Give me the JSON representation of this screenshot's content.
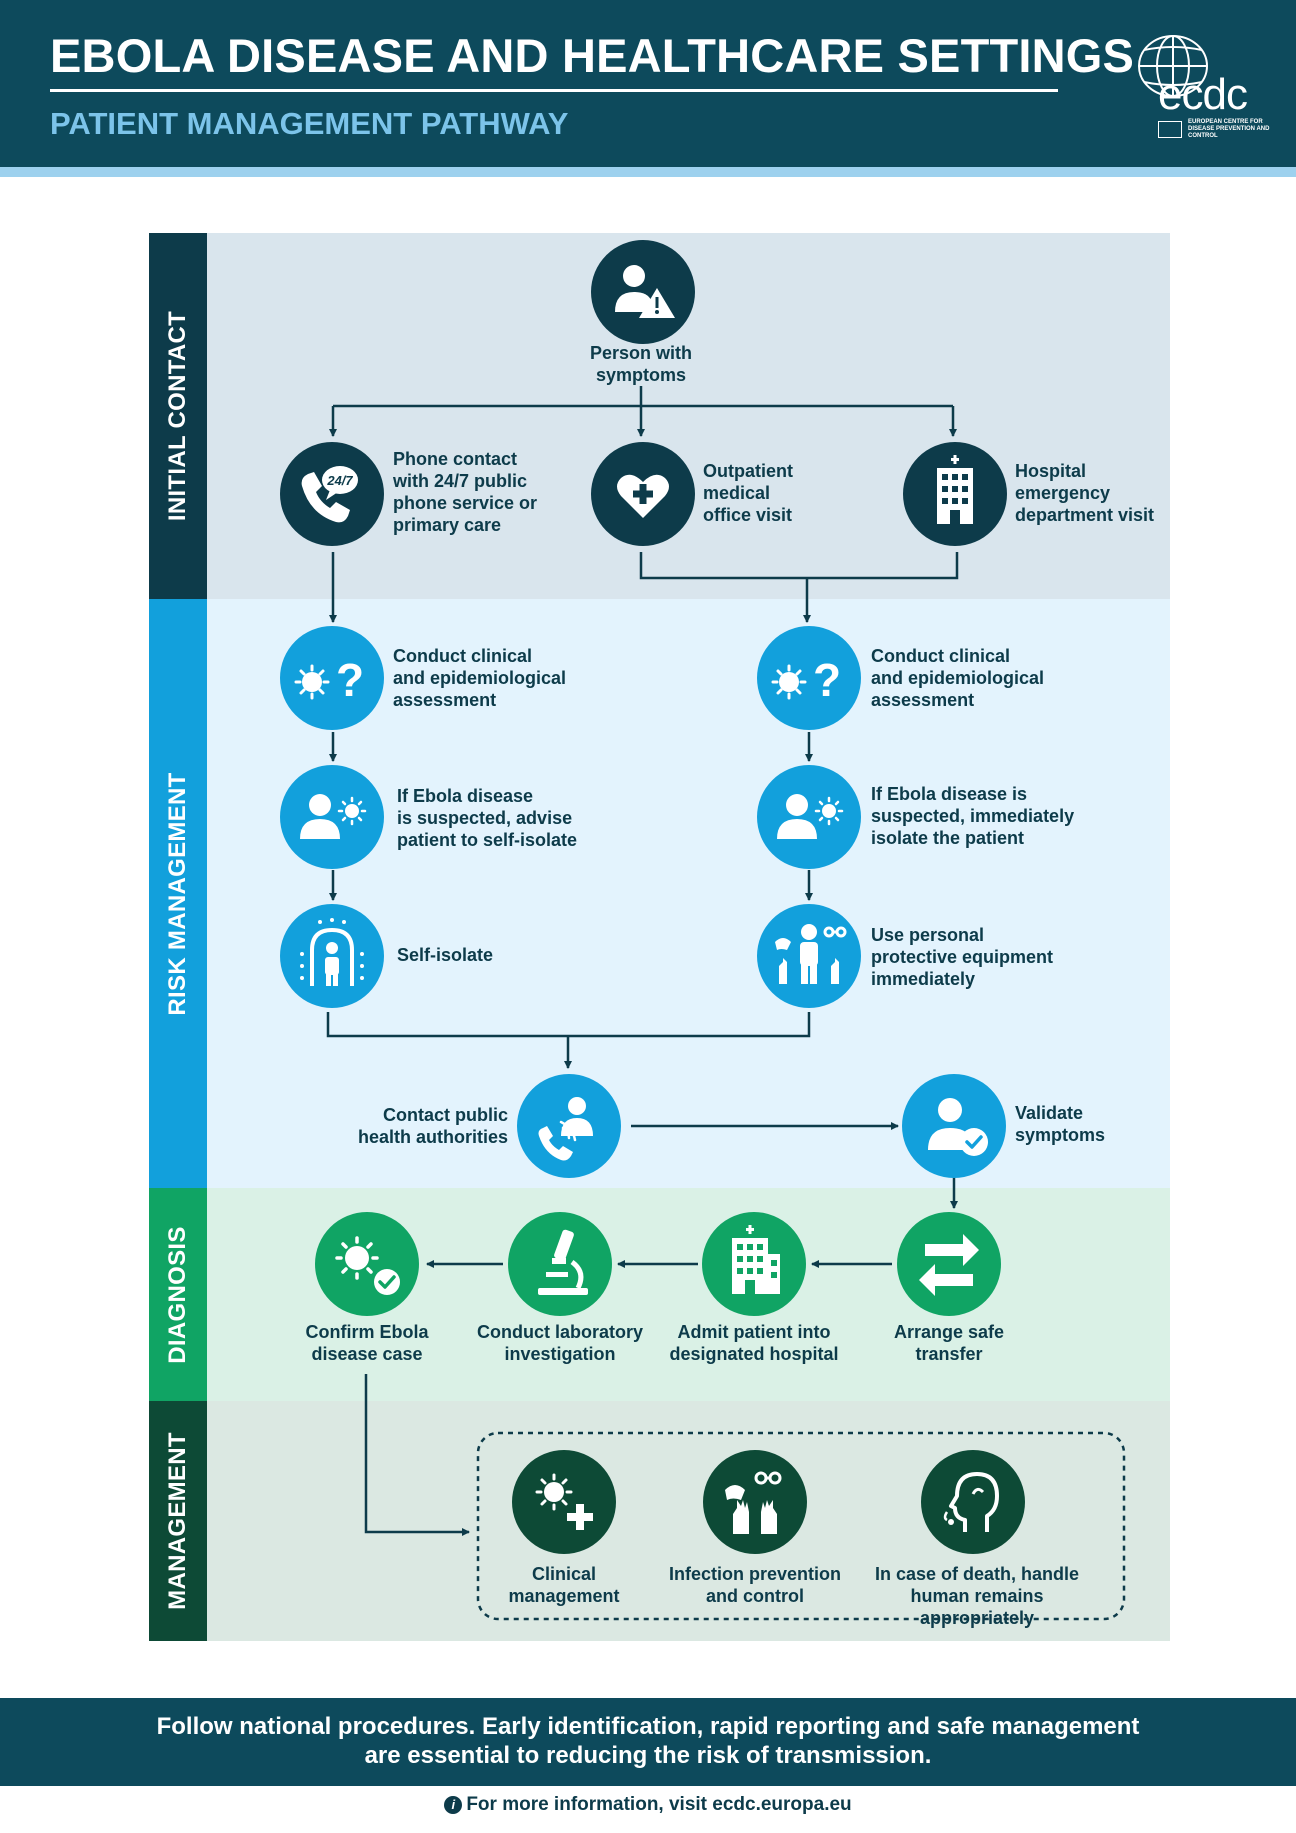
{
  "header": {
    "title": "EBOLA DISEASE AND HEALTHCARE SETTINGS",
    "subtitle": "PATIENT MANAGEMENT PATHWAY",
    "logo_text": "ecdc",
    "logo_subtext": "EUROPEAN CENTRE FOR DISEASE PREVENTION AND CONTROL"
  },
  "sections": {
    "initial": "INITIAL CONTACT",
    "risk": "RISK MANAGEMENT",
    "diagnosis": "DIAGNOSIS",
    "management": "MANAGEMENT"
  },
  "nodes": {
    "person": "Person with\nsymptoms",
    "phone": "Phone contact\nwith 24/7 public\nphone service or\nprimary care",
    "phone_badge": "24/7",
    "outpatient": "Outpatient\nmedical\noffice visit",
    "hospital_ed": "Hospital\nemergency\ndepartment visit",
    "assess_left": "Conduct clinical\nand epidemiological\nassessment",
    "assess_right": "Conduct clinical\nand epidemiological\nassessment",
    "suspect_left": "If Ebola disease\nis suspected, advise\npatient to self-isolate",
    "suspect_right": "If Ebola disease is\nsuspected, immediately\nisolate the patient",
    "self_isolate": "Self-isolate",
    "ppe": "Use personal\nprotective equipment\nimmediately",
    "contact_authorities": "Contact public\nhealth authorities",
    "validate": "Validate\nsymptoms",
    "transfer": "Arrange safe\ntransfer",
    "admit": "Admit patient into\ndesignated hospital",
    "lab": "Conduct laboratory\ninvestigation",
    "confirm": "Confirm Ebola\ndisease case",
    "clinical": "Clinical\nmanagement",
    "ipc": "Infection prevention\nand control",
    "death": "In case of death,  handle\nhuman remains appropriately"
  },
  "footer": {
    "message": "Follow national procedures. Early identification, rapid reporting and safe management are essential to reducing the risk of transmission.",
    "info_text": "For more information, visit ecdc.europa.eu",
    "info_icon": "i"
  },
  "colors": {
    "navy": "#0d4a5c",
    "dark": "#0d3b4a",
    "blue": "#12a0dc",
    "green": "#10a464",
    "deep_green": "#0d4a36",
    "light_blue": "#9dd1ee"
  },
  "icons": {
    "person": "person-warning-icon",
    "phone": "phone-24-7-icon",
    "outpatient": "heart-medical-icon",
    "hospital": "hospital-building-icon",
    "assess": "virus-question-icon",
    "suspect": "person-virus-icon",
    "self_isolate": "isolation-person-icon",
    "ppe": "protective-equipment-icon",
    "contact": "phone-person-icon",
    "validate": "person-check-icon",
    "transfer": "transfer-arrows-icon",
    "admit": "hospital-building-icon",
    "lab": "microscope-icon",
    "confirm": "virus-check-icon",
    "clinical": "virus-plus-icon",
    "ipc": "mask-gloves-icon",
    "death": "head-profile-icon",
    "info": "info-icon"
  }
}
